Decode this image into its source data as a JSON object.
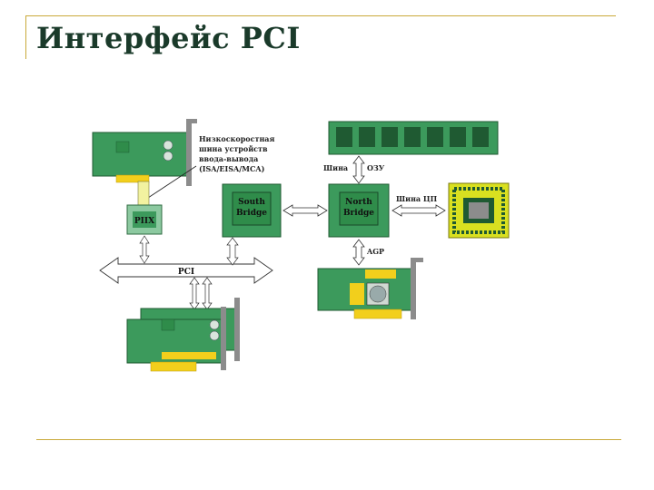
{
  "slide": {
    "title": "Интерфейс PCI"
  },
  "diagram": {
    "low_speed_bus_label": {
      "line1": "Низкоскоростная",
      "line2": "шина устройств",
      "line3": "ввода-вывода",
      "line4": "(ISA/EISA/MCA)"
    },
    "piix": "PIIX",
    "south_bridge": {
      "line1": "South",
      "line2": "Bridge"
    },
    "north_bridge": {
      "line1": "North",
      "line2": "Bridge"
    },
    "pci_bus": "PCI",
    "memory_bus": {
      "prefix": "Шина",
      "suffix": "ОЗУ"
    },
    "cpu_bus": "Шина ЦП",
    "agp": "AGP"
  },
  "colors": {
    "card_green": "#3c9a5c",
    "chip_green": "#2f8c4a",
    "gold": "#f2cf1c",
    "bracket_gray": "#8c8c8c",
    "cpu_yellow": "#d9e020",
    "frame": "#c9a93a"
  }
}
